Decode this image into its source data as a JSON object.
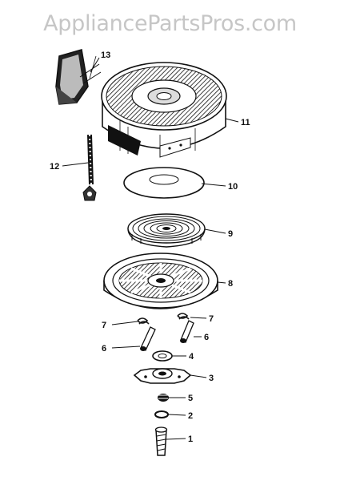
{
  "watermark": "AppliancePartsPros.com",
  "parts": [
    {
      "id": "part-13",
      "label": "13"
    },
    {
      "id": "part-11",
      "label": "11"
    },
    {
      "id": "part-12",
      "label": "12"
    },
    {
      "id": "part-10",
      "label": "10"
    },
    {
      "id": "part-9",
      "label": "9"
    },
    {
      "id": "part-8",
      "label": "8"
    },
    {
      "id": "part-7-left",
      "label": "7"
    },
    {
      "id": "part-7-right",
      "label": "7"
    },
    {
      "id": "part-6-left",
      "label": "6"
    },
    {
      "id": "part-6-right",
      "label": "6"
    },
    {
      "id": "part-4",
      "label": "4"
    },
    {
      "id": "part-3",
      "label": "3"
    },
    {
      "id": "part-5",
      "label": "5"
    },
    {
      "id": "part-2",
      "label": "2"
    },
    {
      "id": "part-1",
      "label": "1"
    }
  ]
}
